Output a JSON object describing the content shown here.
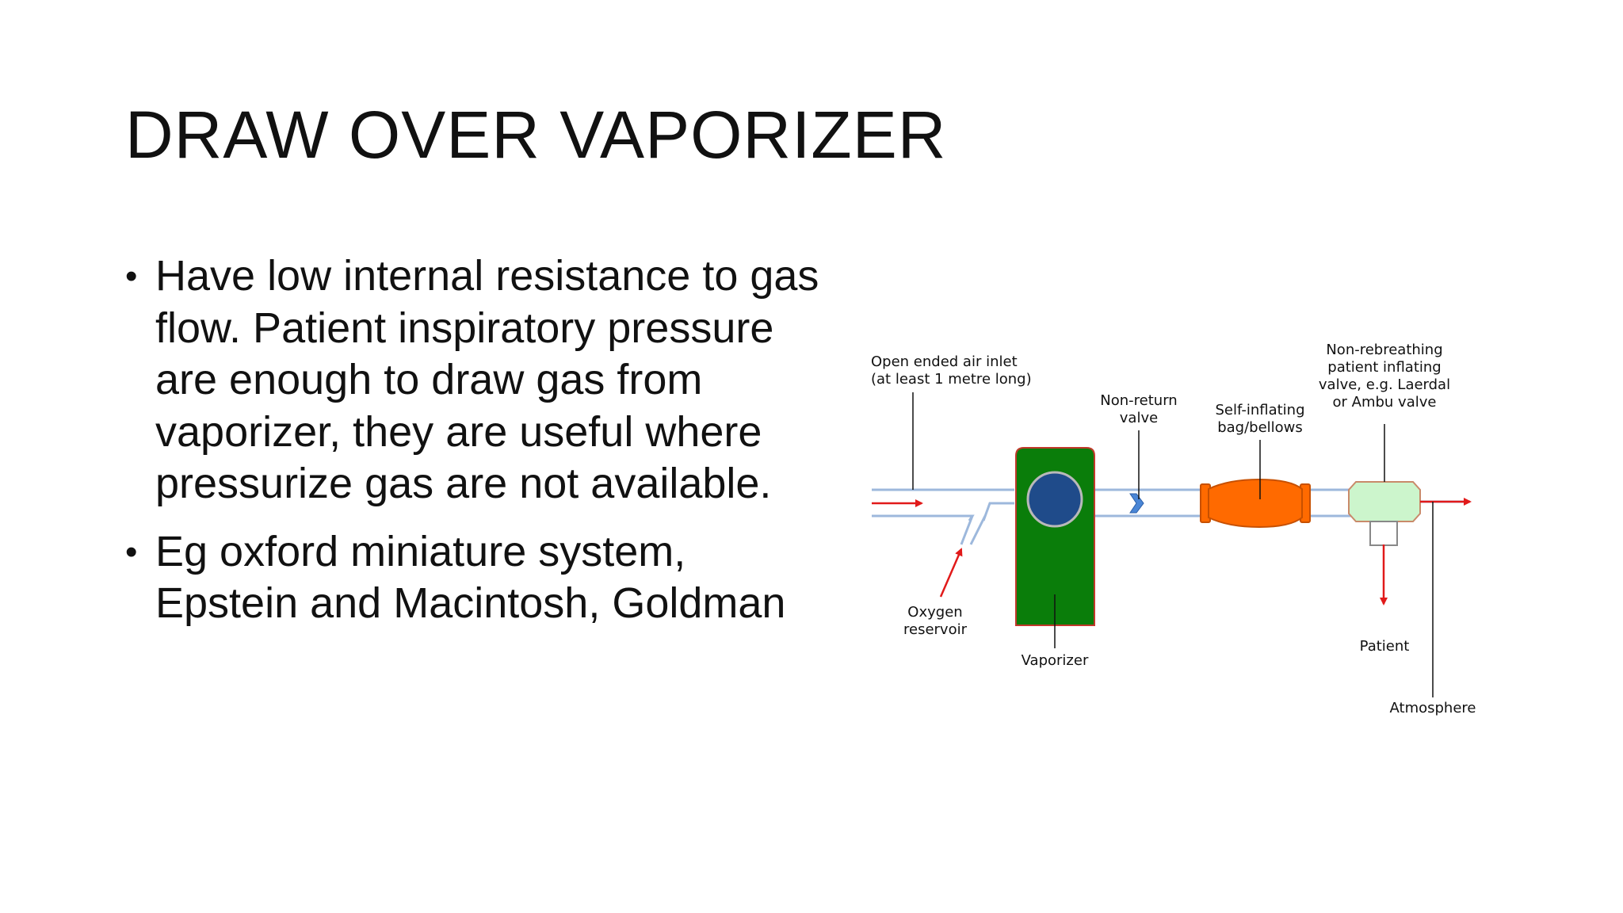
{
  "slide": {
    "title": "DRAW OVER VAPORIZER",
    "bullets": [
      "Have low internal resistance to gas flow. Patient inspiratory pressure are enough to draw gas from vaporizer, they are useful where pressurize gas are not available.",
      "Eg oxford miniature system, Epstein and Macintosh, Goldman"
    ]
  },
  "diagram": {
    "labels": {
      "air_inlet_1": "Open ended air inlet",
      "air_inlet_2": "(at least 1 metre long)",
      "non_return_1": "Non-return",
      "non_return_2": "valve",
      "bag_1": "Self-inflating",
      "bag_2": "bag/bellows",
      "nonrebreath_1": "Non-rebreathing",
      "nonrebreath_2": "patient inflating",
      "nonrebreath_3": "valve, e.g. Laerdal",
      "nonrebreath_4": "or Ambu valve",
      "oxygen_1": "Oxygen",
      "oxygen_2": "reservoir",
      "vaporizer": "Vaporizer",
      "patient": "Patient",
      "atmosphere": "Atmosphere"
    },
    "colors": {
      "tube": "#9db8dc",
      "arrow": "#e11a1a",
      "vaporizer_body": "#0a7d0a",
      "vaporizer_border": "#c0392b",
      "vaporizer_window": "#1f4b8a",
      "bag": "#ff6a00",
      "bag_border": "#c75000",
      "valve_body": "#ccf5cc",
      "valve_border": "#c98a6a",
      "non_return_valve": "#4a86d6"
    }
  }
}
